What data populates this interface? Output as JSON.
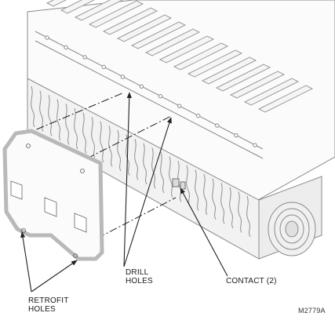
{
  "labels": {
    "drill_holes": [
      "DRILL",
      "HOLES"
    ],
    "contact": "CONTACT (2)",
    "retrofit_holes": [
      "RETROFIT",
      "HOLES"
    ],
    "figure_code": "M2779A"
  },
  "colors": {
    "line": "#8a8a8a",
    "fill": "#f7f7f7",
    "shade": "#dcdcdc",
    "plate": "#b9b9b9",
    "leader": "#222222"
  }
}
